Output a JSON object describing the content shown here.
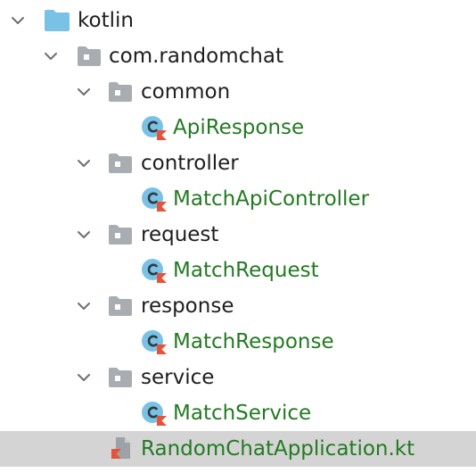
{
  "tree": {
    "kotlin": {
      "label": "kotlin",
      "icon": "source-folder-icon",
      "expanded": true
    },
    "package": {
      "label": "com.randomchat",
      "icon": "package-folder-icon",
      "expanded": true
    },
    "common": {
      "label": "common",
      "icon": "package-folder-icon",
      "expanded": true
    },
    "apiResponse": {
      "label": "ApiResponse",
      "icon": "kotlin-class-icon"
    },
    "controller": {
      "label": "controller",
      "icon": "package-folder-icon",
      "expanded": true
    },
    "matchApiController": {
      "label": "MatchApiController",
      "icon": "kotlin-class-icon"
    },
    "request": {
      "label": "request",
      "icon": "package-folder-icon",
      "expanded": true
    },
    "matchRequest": {
      "label": "MatchRequest",
      "icon": "kotlin-class-icon"
    },
    "response": {
      "label": "response",
      "icon": "package-folder-icon",
      "expanded": true
    },
    "matchResponse": {
      "label": "MatchResponse",
      "icon": "kotlin-class-icon"
    },
    "service": {
      "label": "service",
      "icon": "package-folder-icon",
      "expanded": true
    },
    "matchService": {
      "label": "MatchService",
      "icon": "kotlin-class-icon"
    },
    "mainFile": {
      "label": "RandomChatApplication.kt",
      "icon": "kotlin-file-icon",
      "selected": true
    }
  },
  "colors": {
    "folder_source": "#79c2e6",
    "folder_package": "#a9adb1",
    "code_text": "#237a22",
    "plain_text": "#1e1e1e",
    "selected_row": "#d4d4d4",
    "kotlin_k": "#e5533b"
  }
}
